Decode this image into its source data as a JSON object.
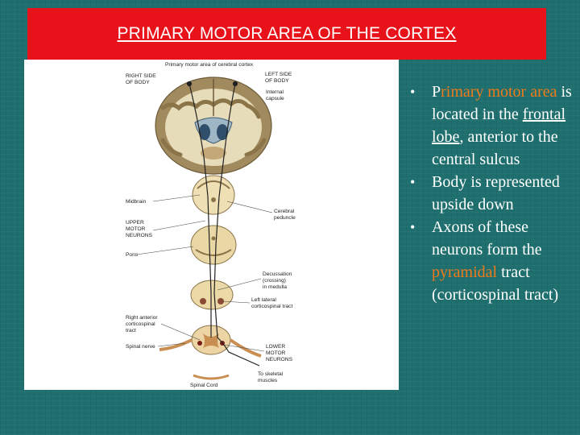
{
  "slide": {
    "title": "PRIMARY MOTOR AREA OF THE CORTEX"
  },
  "figure": {
    "labels": {
      "top": "Primary motor area of cerebral cortex",
      "right_side": [
        "RIGHT SIDE",
        "OF BODY"
      ],
      "left_side": [
        "LEFT SIDE",
        "OF BODY"
      ],
      "internal_capsule": [
        "Internal",
        "capsule"
      ],
      "midbrain": "Midbrain",
      "cerebral_peduncle": [
        "Cerebral",
        "peduncle"
      ],
      "upper_motor_neurons": [
        "UPPER",
        "MOTOR",
        "NEURONS"
      ],
      "pons": "Pons",
      "decussation": [
        "Decussation",
        "(crossing)",
        "in medulla"
      ],
      "left_lateral": [
        "Left lateral",
        "corticospinal tract"
      ],
      "right_anterior": [
        "Right anterior",
        "corticospinal",
        "tract"
      ],
      "spinal_nerve": "Spinal nerve",
      "lower_motor_neurons": [
        "LOWER",
        "MOTOR",
        "NEURONS"
      ],
      "to_skeletal": [
        "To skeletal",
        "muscles"
      ],
      "spinal_cord": "Spinal Cord"
    }
  },
  "bullets": [
    {
      "parts": [
        {
          "text": "P",
          "style": "plain"
        },
        {
          "text": "rimary motor area",
          "style": "highlight"
        },
        {
          "text": " is located in the ",
          "style": "plain"
        },
        {
          "text": "frontal lobe",
          "style": "underline"
        },
        {
          "text": ", anterior to the central sulcus",
          "style": "plain"
        }
      ]
    },
    {
      "parts": [
        {
          "text": "Body is represented upside down",
          "style": "plain"
        }
      ]
    },
    {
      "parts": [
        {
          "text": "Axons of these neurons form the ",
          "style": "plain"
        },
        {
          "text": "pyramidal",
          "style": "highlight"
        },
        {
          "text": " tract (corticospinal tract)",
          "style": "plain"
        }
      ]
    }
  ],
  "colors": {
    "background": "#1f6f6f",
    "title_bar": "#e8121a",
    "highlight": "#f07a1a"
  }
}
